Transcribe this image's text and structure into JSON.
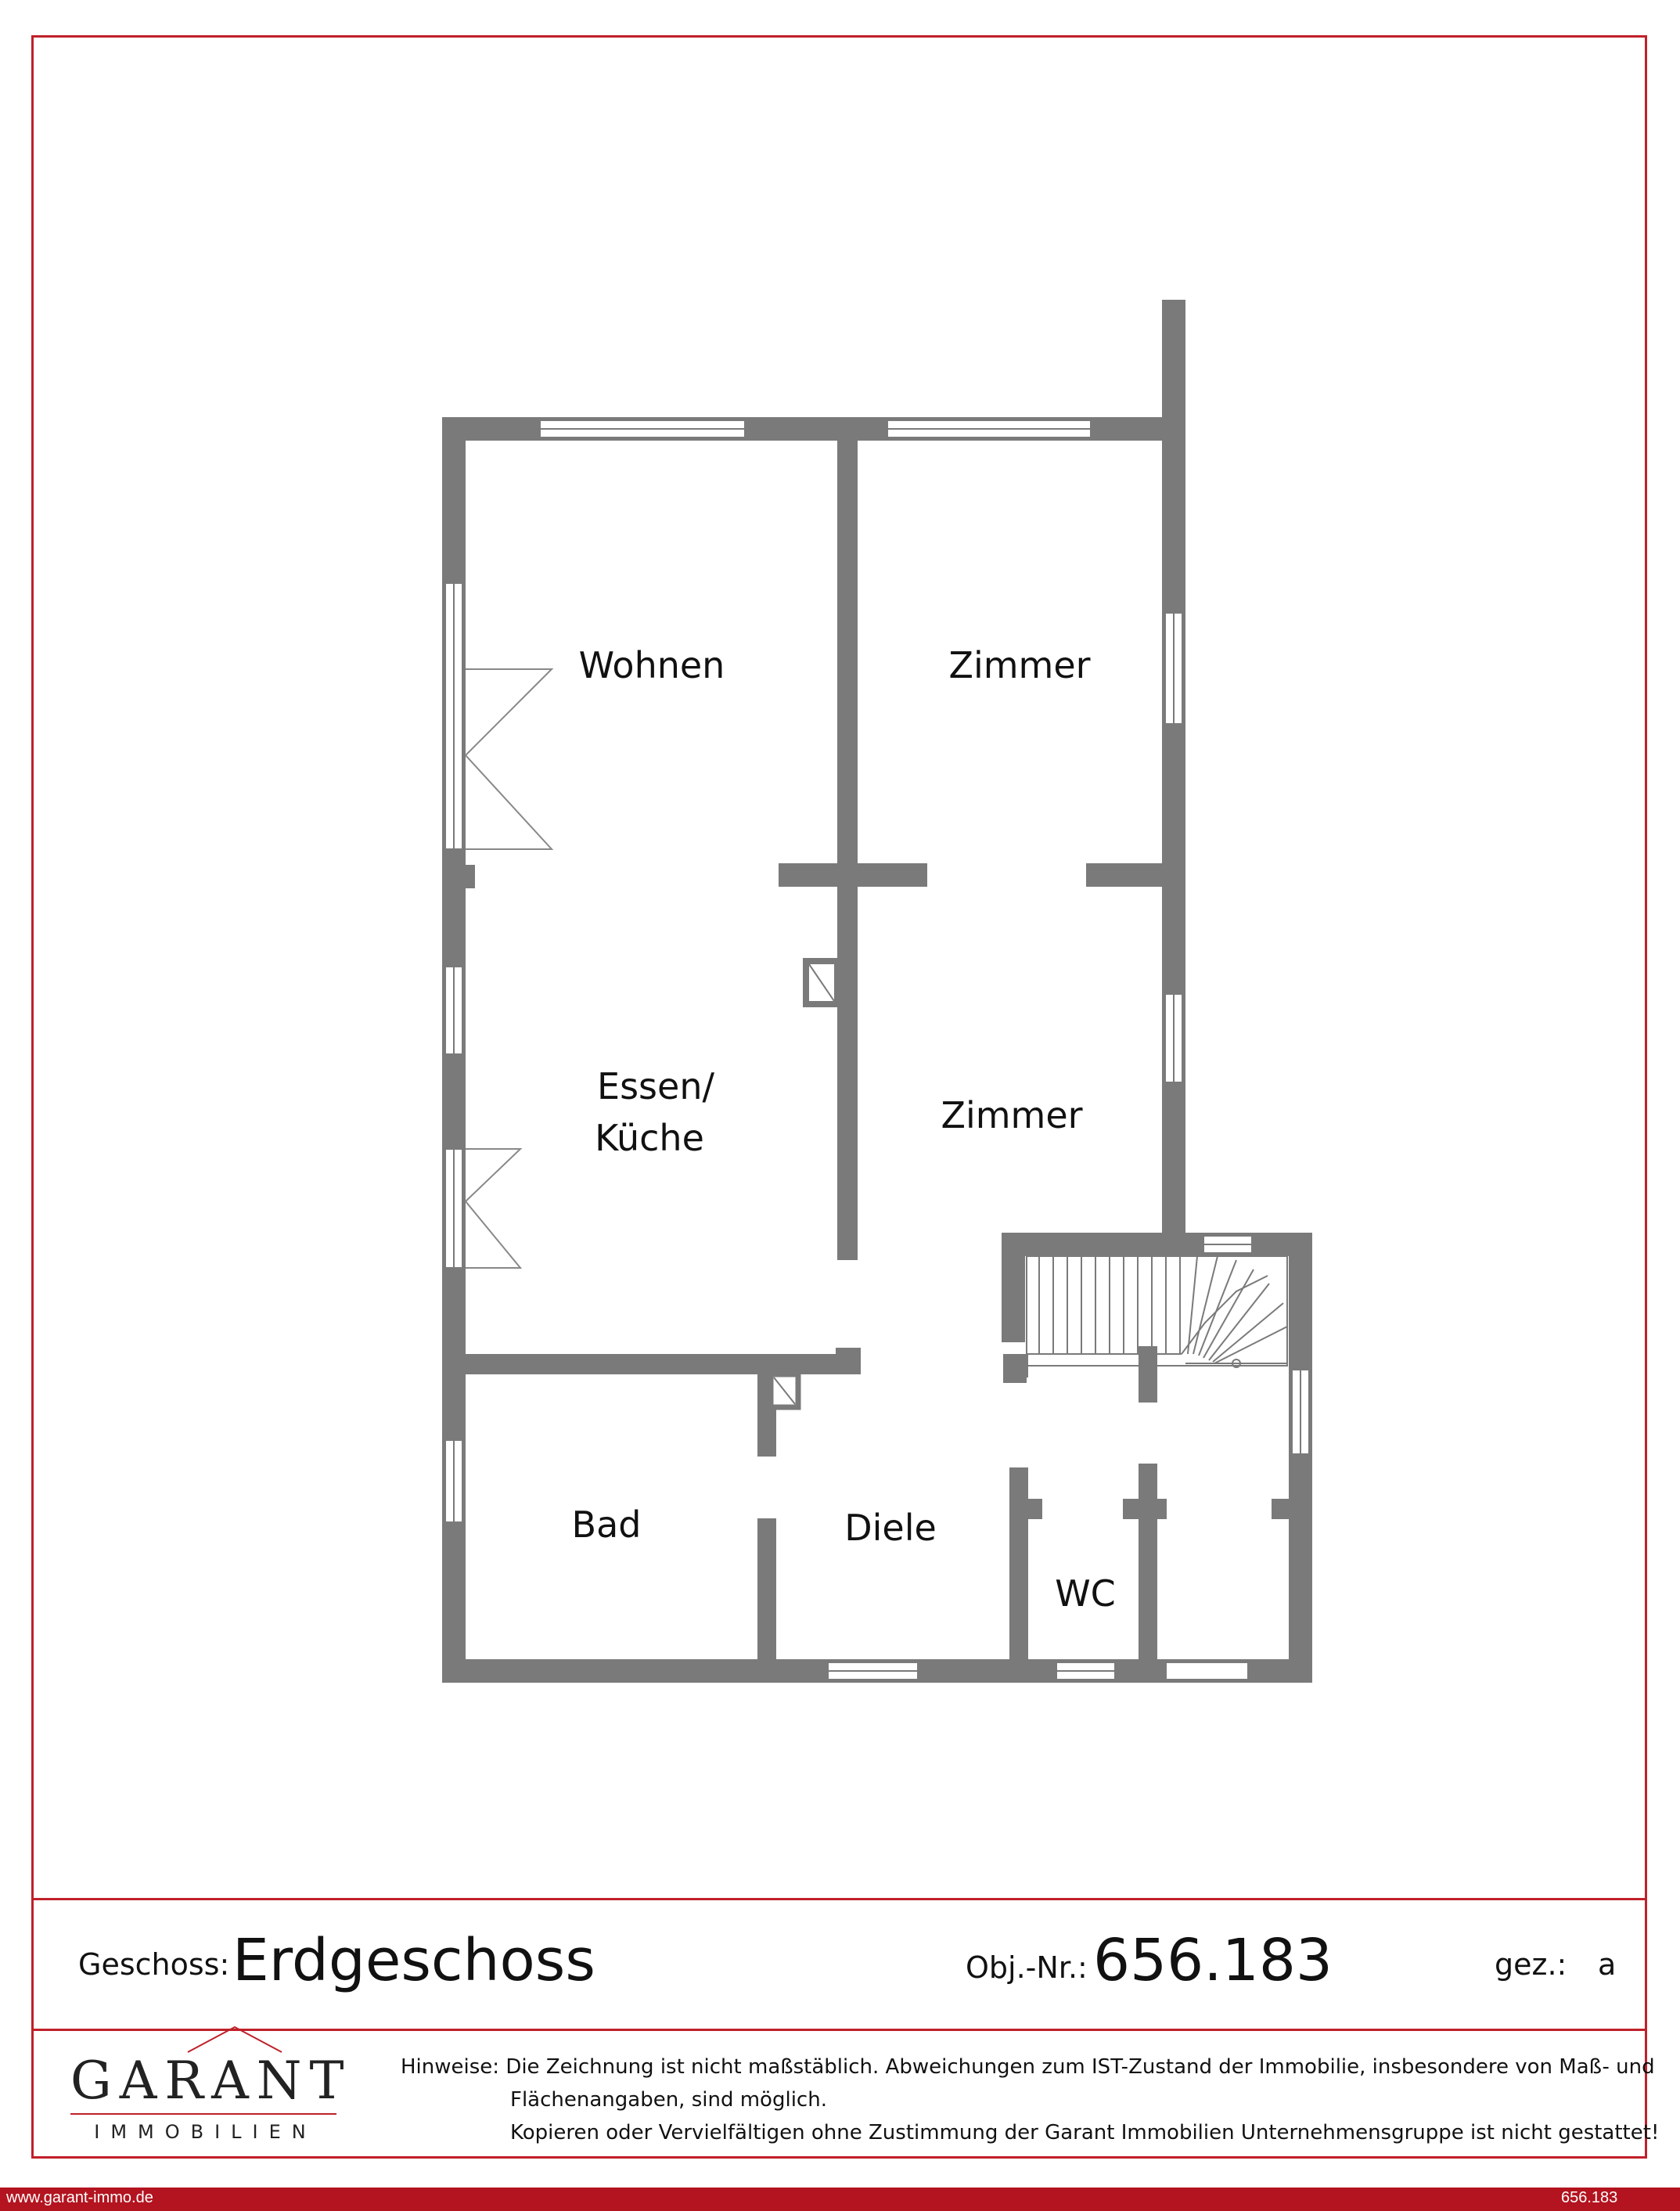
{
  "floorplan": {
    "rooms": {
      "wohnen": "Wohnen",
      "zimmer1": "Zimmer",
      "essen_line1": "Essen/",
      "essen_line2": "Küche",
      "zimmer2": "Zimmer",
      "bad": "Bad",
      "diele": "Diele",
      "wc": "WC"
    }
  },
  "title_block": {
    "geschoss_label": "Geschoss:",
    "geschoss_value": "Erdgeschoss",
    "obj_label": "Obj.-Nr.:",
    "obj_value": "656.183",
    "gez_label": "gez.:",
    "gez_value": "a"
  },
  "logo": {
    "name": "GARANT",
    "subtitle": "IMMOBILIEN"
  },
  "notes": {
    "label": "Hinweise:",
    "line1": "Die Zeichnung ist nicht maßstäblich. Abweichungen zum IST-Zustand der Immobilie, insbesondere von Maß- und",
    "line2": "Flächenangaben, sind möglich.",
    "line3": "Kopieren oder Vervielfältigen ohne Zustimmung der Garant Immobilien Unternehmensgruppe ist nicht gestattet!"
  },
  "footer": {
    "url": "www.garant-immo.de",
    "number": "656.183"
  },
  "colors": {
    "wall": "#7a7a7a",
    "accent_red": "#c0202a"
  }
}
